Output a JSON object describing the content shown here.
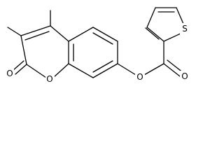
{
  "molecule": {
    "atoms": {
      "carbonyl_o_left": "O",
      "ring_o": "O",
      "ester_o": "O",
      "carbonyl_o_right": "O",
      "thiophene_s": "S"
    }
  },
  "colors": {
    "bond": "#000000",
    "label": "#000000",
    "background": "#ffffff"
  }
}
